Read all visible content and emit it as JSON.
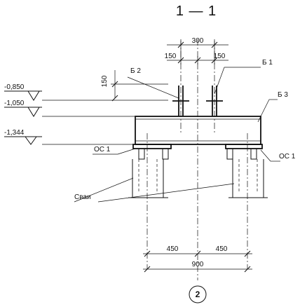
{
  "section_title": "1 — 1",
  "dimensions": {
    "top_width": "300",
    "top_left": "150",
    "top_right": "150",
    "vertical": "150",
    "bottom_left": "450",
    "bottom_right": "450",
    "bottom_total": "900"
  },
  "elevations": [
    "-0,850",
    "-1,050",
    "-1,344"
  ],
  "labels": {
    "b2": "Б 2",
    "b1": "Б 1",
    "b3": "Б 3",
    "os_left": "ОС 1",
    "os_right": "ОС 1",
    "piles": "Сваи"
  },
  "axis_marker": "2"
}
